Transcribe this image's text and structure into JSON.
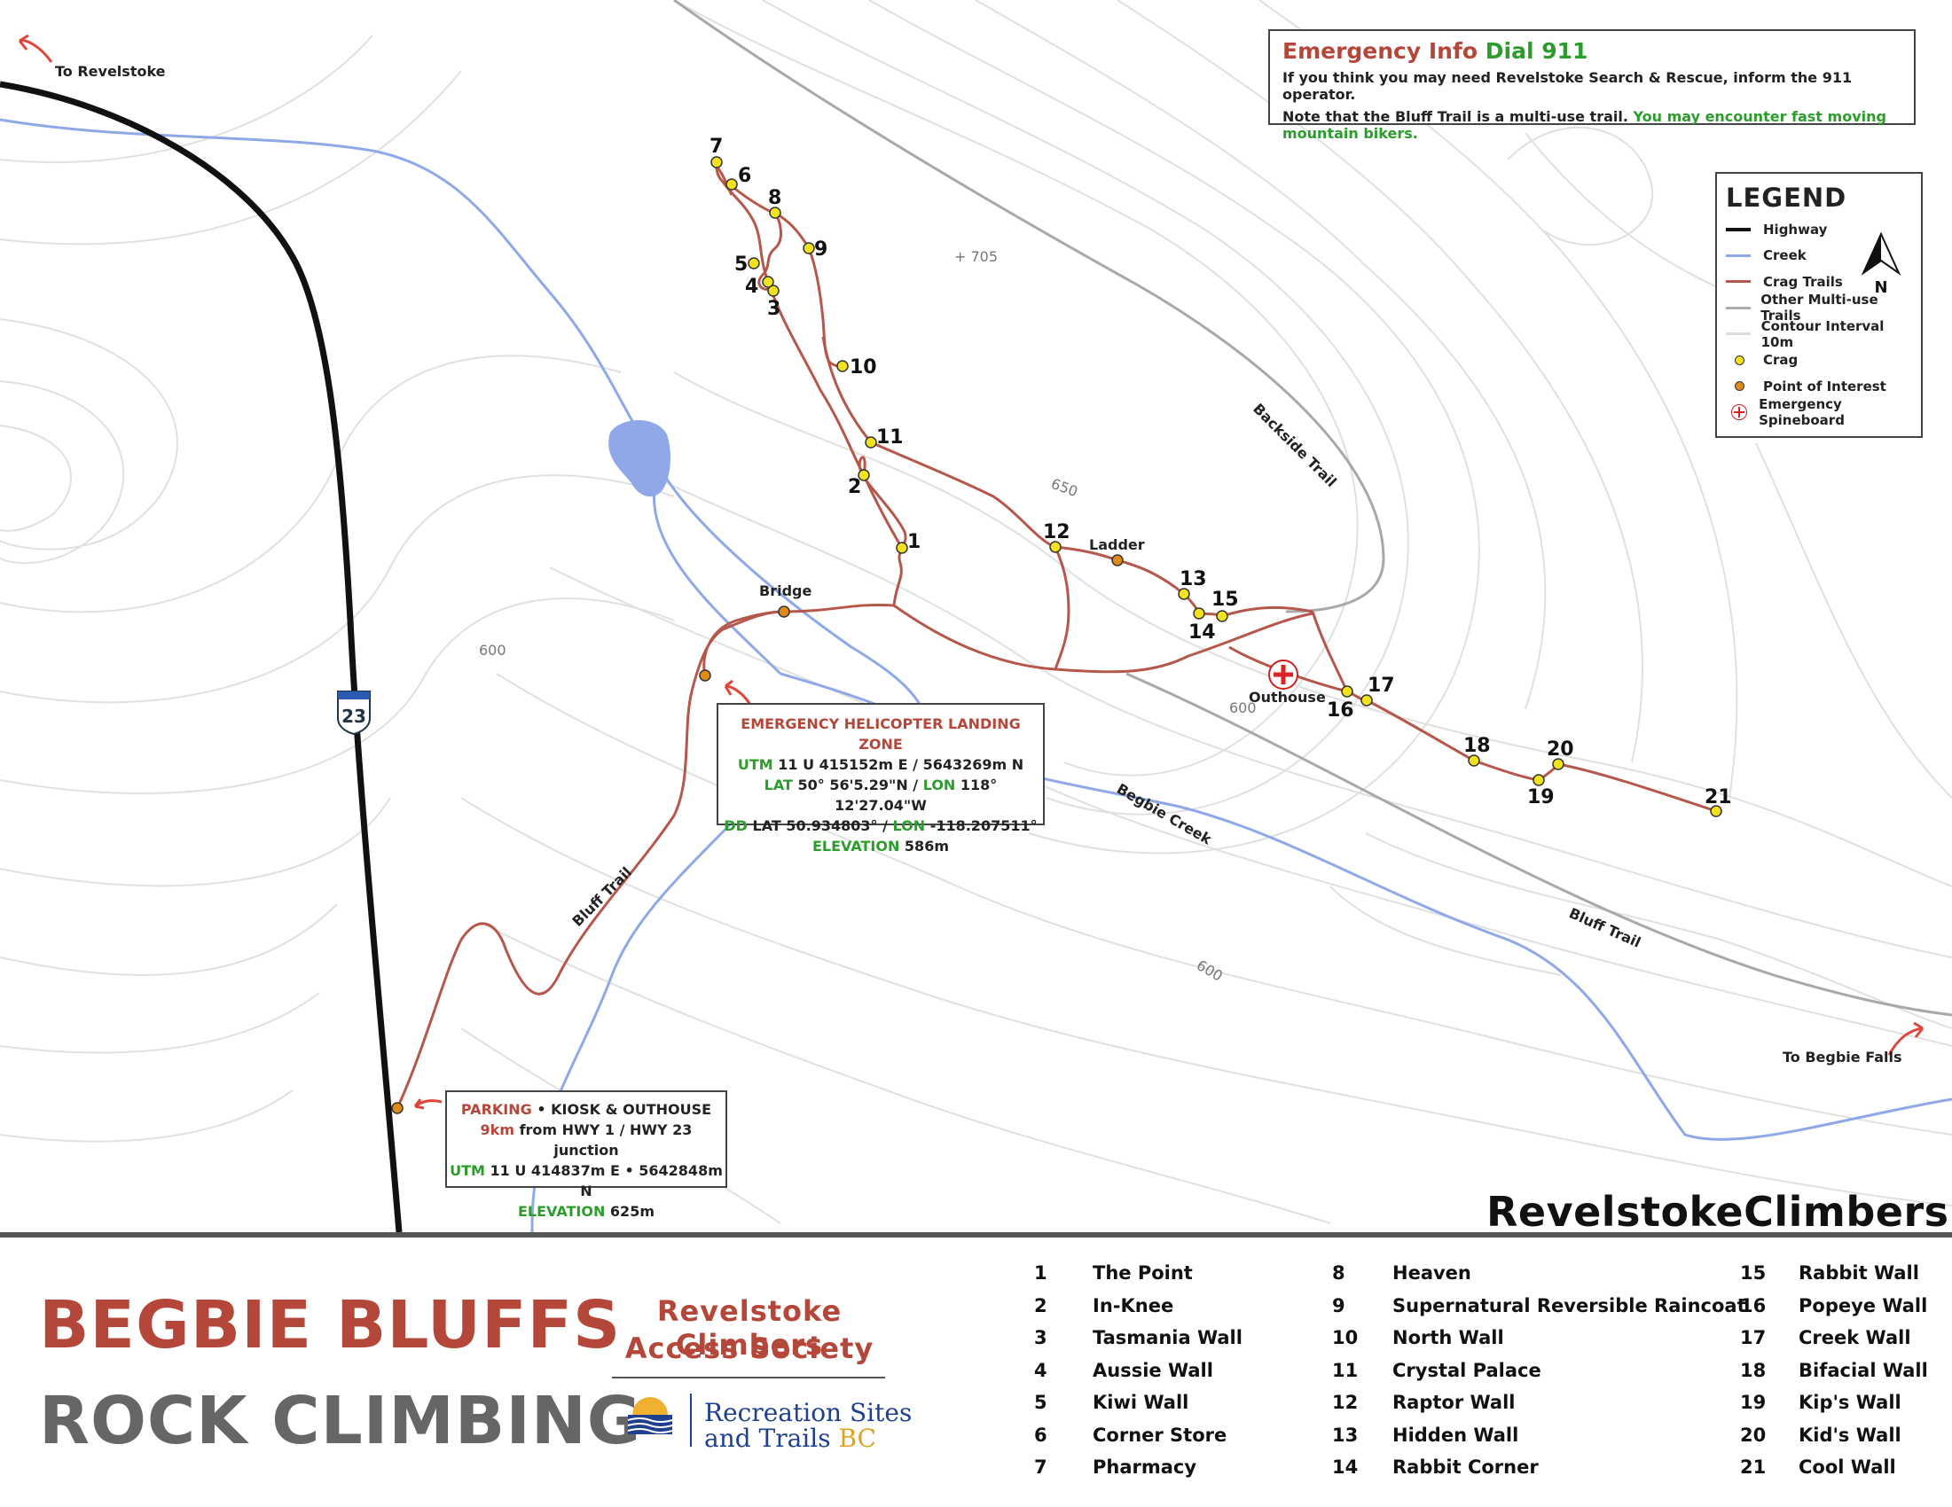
{
  "map": {
    "labels": {
      "to_revelstoke": "To Revelstoke",
      "to_begbie_falls": "To Begbie Falls",
      "bridge": "Bridge",
      "ladder": "Ladder",
      "outhouse": "Outhouse",
      "backside_trail": "Backside Trail",
      "bluff_trail_1": "Bluff Trail",
      "bluff_trail_2": "Bluff Trail",
      "begbie_creek": "Begbie Creek",
      "highway_shield": "23",
      "elev_705": "+ 705",
      "c650": "650",
      "c600a": "600",
      "c600b": "600",
      "c600c": "600"
    },
    "crags": [
      "1",
      "2",
      "3",
      "4",
      "5",
      "6",
      "7",
      "8",
      "9",
      "10",
      "11",
      "12",
      "13",
      "14",
      "15",
      "16",
      "17",
      "18",
      "19",
      "20",
      "21"
    ],
    "colors": {
      "highway": "#111111",
      "creek": "#8fa8e8",
      "crag_trail": "#b5574a",
      "other_trail": "#aaaaaa",
      "contour": "#dcdcdc",
      "crag_dot": "#f2e21b",
      "poi_dot": "#e08a1a",
      "lake": "#8fa8e8"
    }
  },
  "emergency": {
    "title": "Emergency Info",
    "dial": "Dial 911",
    "line1": "If you think you may need Revelstoke Search & Rescue, inform the 911 operator.",
    "line2_a": "Note that the Bluff Trail is a multi-use trail.",
    "line2_b": "You may encounter fast moving mountain bikers."
  },
  "legend": {
    "title": "LEGEND",
    "north": "N",
    "items": [
      "Highway",
      "Creek",
      "Crag Trails",
      "Other Multi-use Trails",
      "Contour Interval 10m",
      "Crag",
      "Point of Interest",
      "Emergency Spineboard"
    ]
  },
  "heli": {
    "title": "EMERGENCY HELICOPTER LANDING ZONE",
    "utm_label": "UTM",
    "utm": "11 U 415152m E / 5643269m N",
    "lat_label": "LAT",
    "lat": "50°  56'5.29\"N /",
    "lon_label": "LON",
    "lon": "118°  12'27.04\"W",
    "dd_label": "DD",
    "dd_lat": "LAT 50.934803°  /",
    "dd_lon_label": "LON",
    "dd_lon": "-118.207511°",
    "elev_label": "ELEVATION",
    "elev": "586m"
  },
  "parking": {
    "title": "PARKING",
    "sep": "•",
    "kiosk": "KIOSK & OUTHOUSE",
    "dist_a": "9km",
    "dist_b": "from HWY 1 / HWY 23 junction",
    "utm_label": "UTM",
    "utm": "11 U 414837m E • 5642848m N",
    "elev_label": "ELEVATION",
    "elev": "625m"
  },
  "footer": {
    "url": "RevelstokeClimbers.org",
    "title1": "BEGBIE BLUFFS",
    "title2": "ROCK CLIMBING",
    "society1": "Revelstoke Climbers",
    "society2": "Access Society",
    "rec1": "Recreation Sites",
    "rec2a": "and Trails",
    "rec2b": "BC",
    "bc_logo_alt": "BC logo"
  },
  "crag_list": [
    [
      {
        "n": "1",
        "name": "The Point"
      },
      {
        "n": "2",
        "name": "In-Knee"
      },
      {
        "n": "3",
        "name": "Tasmania Wall"
      },
      {
        "n": "4",
        "name": "Aussie Wall"
      },
      {
        "n": "5",
        "name": "Kiwi Wall"
      },
      {
        "n": "6",
        "name": "Corner Store"
      },
      {
        "n": "7",
        "name": "Pharmacy"
      }
    ],
    [
      {
        "n": "8",
        "name": "Heaven"
      },
      {
        "n": "9",
        "name": "Supernatural Reversible Raincoat"
      },
      {
        "n": "10",
        "name": "North Wall"
      },
      {
        "n": "11",
        "name": "Crystal Palace"
      },
      {
        "n": "12",
        "name": "Raptor Wall"
      },
      {
        "n": "13",
        "name": "Hidden Wall"
      },
      {
        "n": "14",
        "name": "Rabbit Corner"
      }
    ],
    [
      {
        "n": "15",
        "name": "Rabbit Wall"
      },
      {
        "n": "16",
        "name": "Popeye Wall"
      },
      {
        "n": "17",
        "name": "Creek Wall"
      },
      {
        "n": "18",
        "name": "Bifacial Wall"
      },
      {
        "n": "19",
        "name": "Kip's Wall"
      },
      {
        "n": "20",
        "name": "Kid's Wall"
      },
      {
        "n": "21",
        "name": "Cool Wall"
      }
    ]
  ]
}
